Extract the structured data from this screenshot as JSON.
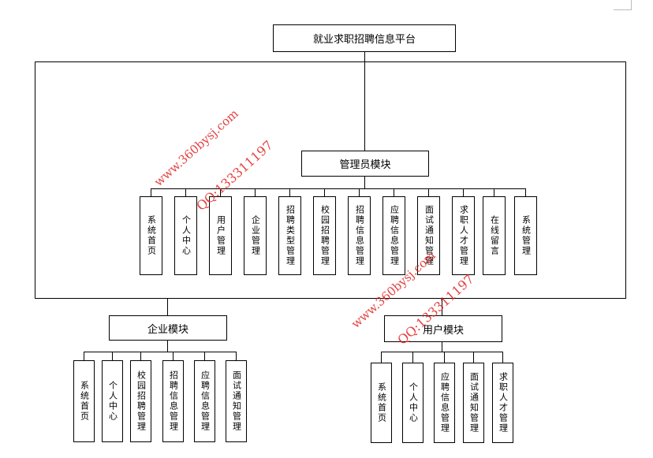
{
  "title": "就业求职招聘信息平台",
  "admin": {
    "label": "管理员模块",
    "children": [
      "系统首页",
      "个人中心",
      "用户管理",
      "企业管理",
      "招聘类型管理",
      "校园招聘管理",
      "招聘信息管理",
      "应聘信息管理",
      "面试通知管理",
      "求职人才管理",
      "在线留言",
      "系统管理"
    ]
  },
  "company": {
    "label": "企业模块",
    "children": [
      "系统首页",
      "个人中心",
      "校园招聘管理",
      "招聘信息管理",
      "应聘信息管理",
      "面试通知管理"
    ]
  },
  "user": {
    "label": "用户模块",
    "children": [
      "系统首页",
      "个人中心",
      "应聘信息管理",
      "面试通知管理",
      "求职人才管理"
    ]
  },
  "watermarks": {
    "site": "www.360bysj.com",
    "qq": "QQ:133311197"
  }
}
